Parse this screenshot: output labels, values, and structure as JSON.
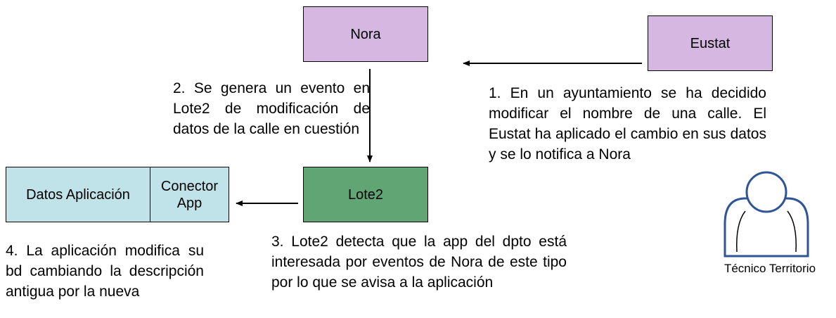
{
  "nodes": {
    "nora": "Nora",
    "eustat": "Eustat",
    "lote2": "Lote2",
    "app_data": "Datos Aplicación",
    "app_connector": "Conector App"
  },
  "notes": {
    "step1": "1. En un ayuntamiento se ha decidido modificar el nombre de una calle. El Eustat ha aplicado el cambio en sus datos y se lo notifica a Nora",
    "step2": "2. Se genera un evento en Lote2 de modificación de datos de la calle en cuestión",
    "step3": "3. Lote2 detecta que la app del dpto está interesada por eventos de Nora de este tipo por lo que se avisa a la aplicación",
    "step4": "4. La aplicación modifica su bd cambiando la descripción antigua por la nueva"
  },
  "actor": {
    "icon": "user-icon",
    "label": "Técnico Territorio",
    "colors": {
      "outline": "#2f5597",
      "fill": "#ffffff"
    }
  },
  "colors": {
    "nora_fill": "#d6b7e2",
    "eustat_fill": "#d6b7e2",
    "lote2_fill": "#62a574",
    "app_fill": "#bfe3e8",
    "arrow": "#000000"
  }
}
